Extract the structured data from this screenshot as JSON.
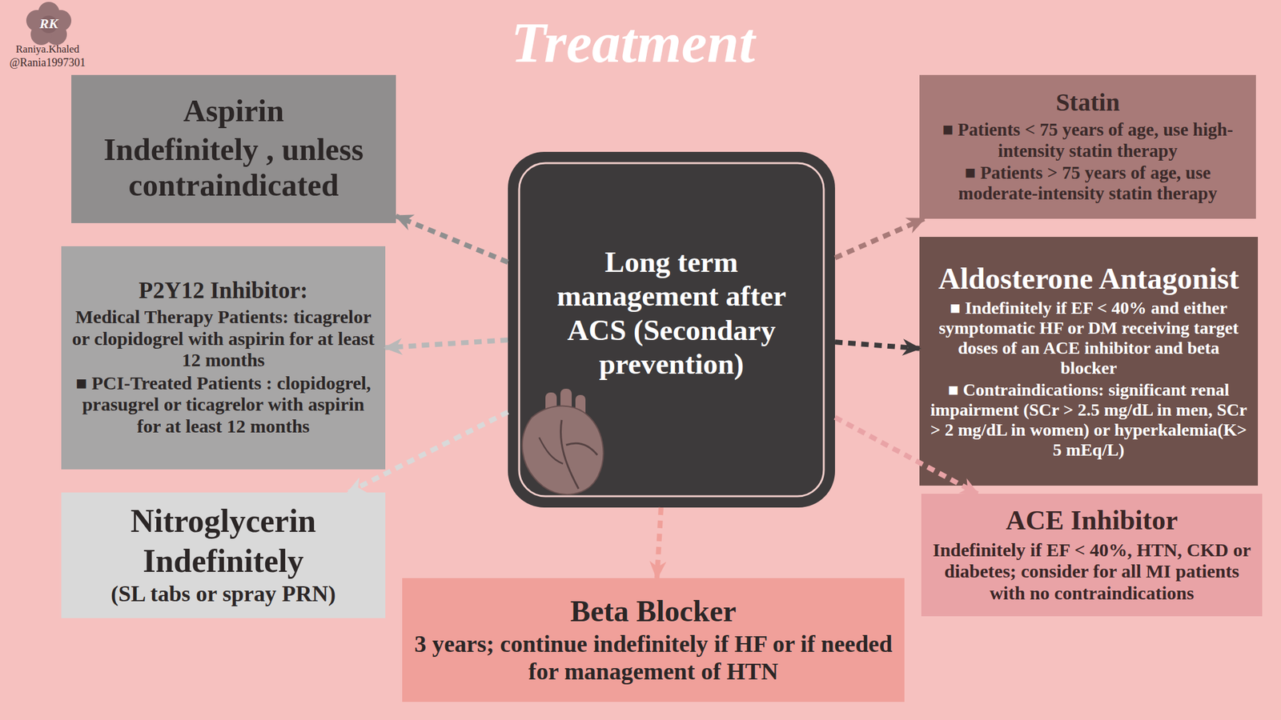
{
  "diagram": {
    "title": "Treatment",
    "nodes": [
      {
        "text": [
          "Long term management after ACS (Secondary prevention)"
        ]
      },
      {
        "text": [
          "Aspirin",
          "Indefinitely , unless contraindicated"
        ]
      },
      {
        "text": [
          "P2Y12 Inhibitor:",
          "Medical Therapy Patients: ticagrelor or clopidogrel with aspirin for at least 12 months",
          "■ PCI-Treated Patients : clopidogrel, prasugrel or ticagrelor with aspirin for at least 12 months"
        ]
      },
      {
        "text": [
          "Nitroglycerin",
          "Indefinitely",
          "(SL tabs or spray PRN)"
        ]
      },
      {
        "text": [
          "Beta Blocker",
          "3 years; continue indefinitely if HF or if needed for management of HTN"
        ]
      },
      {
        "text": [
          "Statin",
          "■ Patients < 75 years of age, use high-intensity statin therapy",
          "■ Patients > 75 years of age, use moderate-intensity statin therapy"
        ]
      },
      {
        "text": [
          "Aldosterone Antagonist",
          "■ Indefinitely if EF < 40% and either symptomatic HF or DM receiving target doses of an ACE inhibitor and beta blocker",
          "■ Contraindications: significant renal impairment (SCr > 2.5 mg/dL in men, SCr > 2 mg/dL in women) or hyperkalemia(K> 5 mEq/L)"
        ]
      },
      {
        "text": [
          "ACE Inhibitor",
          "Indefinitely if EF < 40%, HTN, CKD or diabetes; consider for all MI patients with no contraindications"
        ]
      }
    ],
    "edges": [
      {
        "from": 0,
        "to": 1,
        "arrow": "to"
      },
      {
        "from": 0,
        "to": 2,
        "arrow": "to"
      },
      {
        "from": 0,
        "to": 3,
        "arrow": "to"
      },
      {
        "from": 0,
        "to": 4,
        "arrow": "to"
      },
      {
        "from": 0,
        "to": 5,
        "arrow": "to"
      },
      {
        "from": 0,
        "to": 6,
        "arrow": "to"
      },
      {
        "from": 0,
        "to": 7,
        "arrow": "to"
      }
    ],
    "labels": [
      "RK",
      "Raniya.Khaled",
      "@Rania1997301"
    ]
  }
}
